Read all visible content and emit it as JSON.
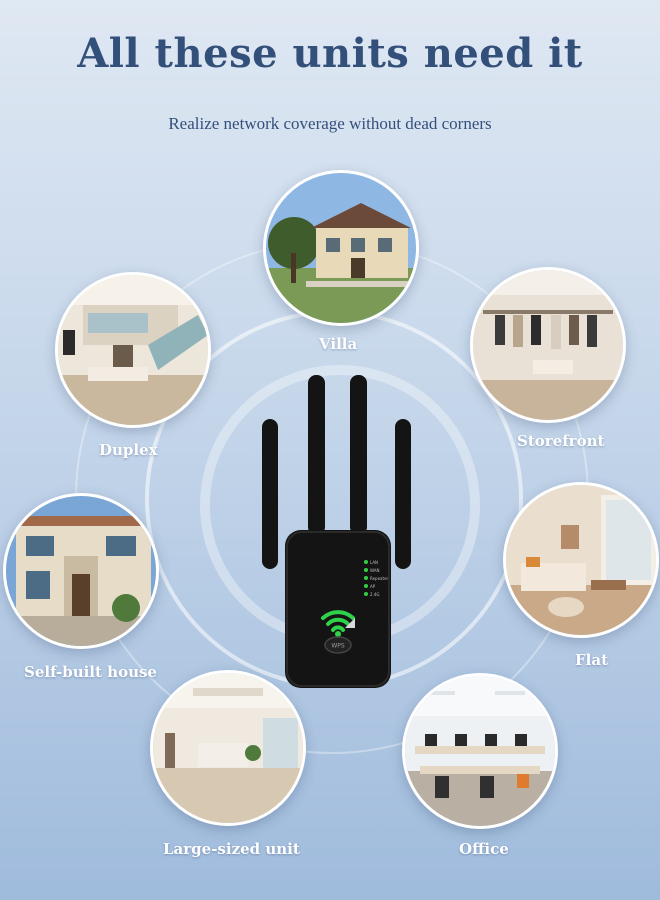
{
  "header": {
    "title": "All these units need it",
    "subtitle": "Realize network coverage without dead corners"
  },
  "units": [
    {
      "label": "Villa",
      "icon": "villa-photo"
    },
    {
      "label": "Duplex",
      "icon": "duplex-photo"
    },
    {
      "label": "Storefront",
      "icon": "storefront-photo"
    },
    {
      "label": "Self-built house",
      "icon": "self-built-house-photo"
    },
    {
      "label": "Flat",
      "icon": "flat-photo"
    },
    {
      "label": "Large-sized unit",
      "icon": "large-sized-unit-photo"
    },
    {
      "label": "Office",
      "icon": "office-photo"
    }
  ],
  "device": {
    "led_labels": [
      "LAN",
      "WAN",
      "Repeater",
      "AP",
      "2.4G"
    ],
    "button_label": "WPS",
    "colors": {
      "body": "#141414",
      "wifi": "#2fd14a",
      "led": "#2fd14a"
    }
  }
}
